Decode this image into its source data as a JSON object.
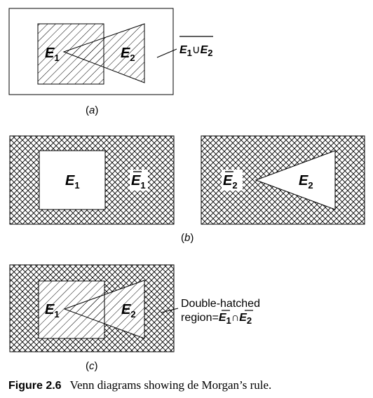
{
  "panels": {
    "a": {
      "caption_open": "(",
      "caption_letter": "a",
      "caption_close": ")",
      "e1": "E",
      "e1_sub": "1",
      "e2": "E",
      "e2_sub": "2",
      "union_e": "E",
      "union_sub1": "1",
      "union_op": "∪",
      "union_e2": "E",
      "union_sub2": "2"
    },
    "b": {
      "caption_open": "(",
      "caption_letter": "b",
      "caption_close": ")",
      "left": {
        "e": "E",
        "e_sub": "1",
        "bar_e": "E",
        "bar_sub": "1"
      },
      "right": {
        "bar_e": "E",
        "bar_sub": "2",
        "e": "E",
        "e_sub": "2"
      }
    },
    "c": {
      "caption_open": "(",
      "caption_letter": "c",
      "caption_close": ")",
      "e1": "E",
      "e1_sub": "1",
      "e2": "E",
      "e2_sub": "2",
      "note_line1": "Double-hatched",
      "note_line2_prefix": "region=",
      "note_e1": "E",
      "note_sub1": "1",
      "note_op": "∩",
      "note_e2": "E",
      "note_sub2": "2"
    }
  },
  "figure": {
    "label": "Figure 2.6",
    "text": "Venn diagrams showing de Morgan’s rule."
  }
}
